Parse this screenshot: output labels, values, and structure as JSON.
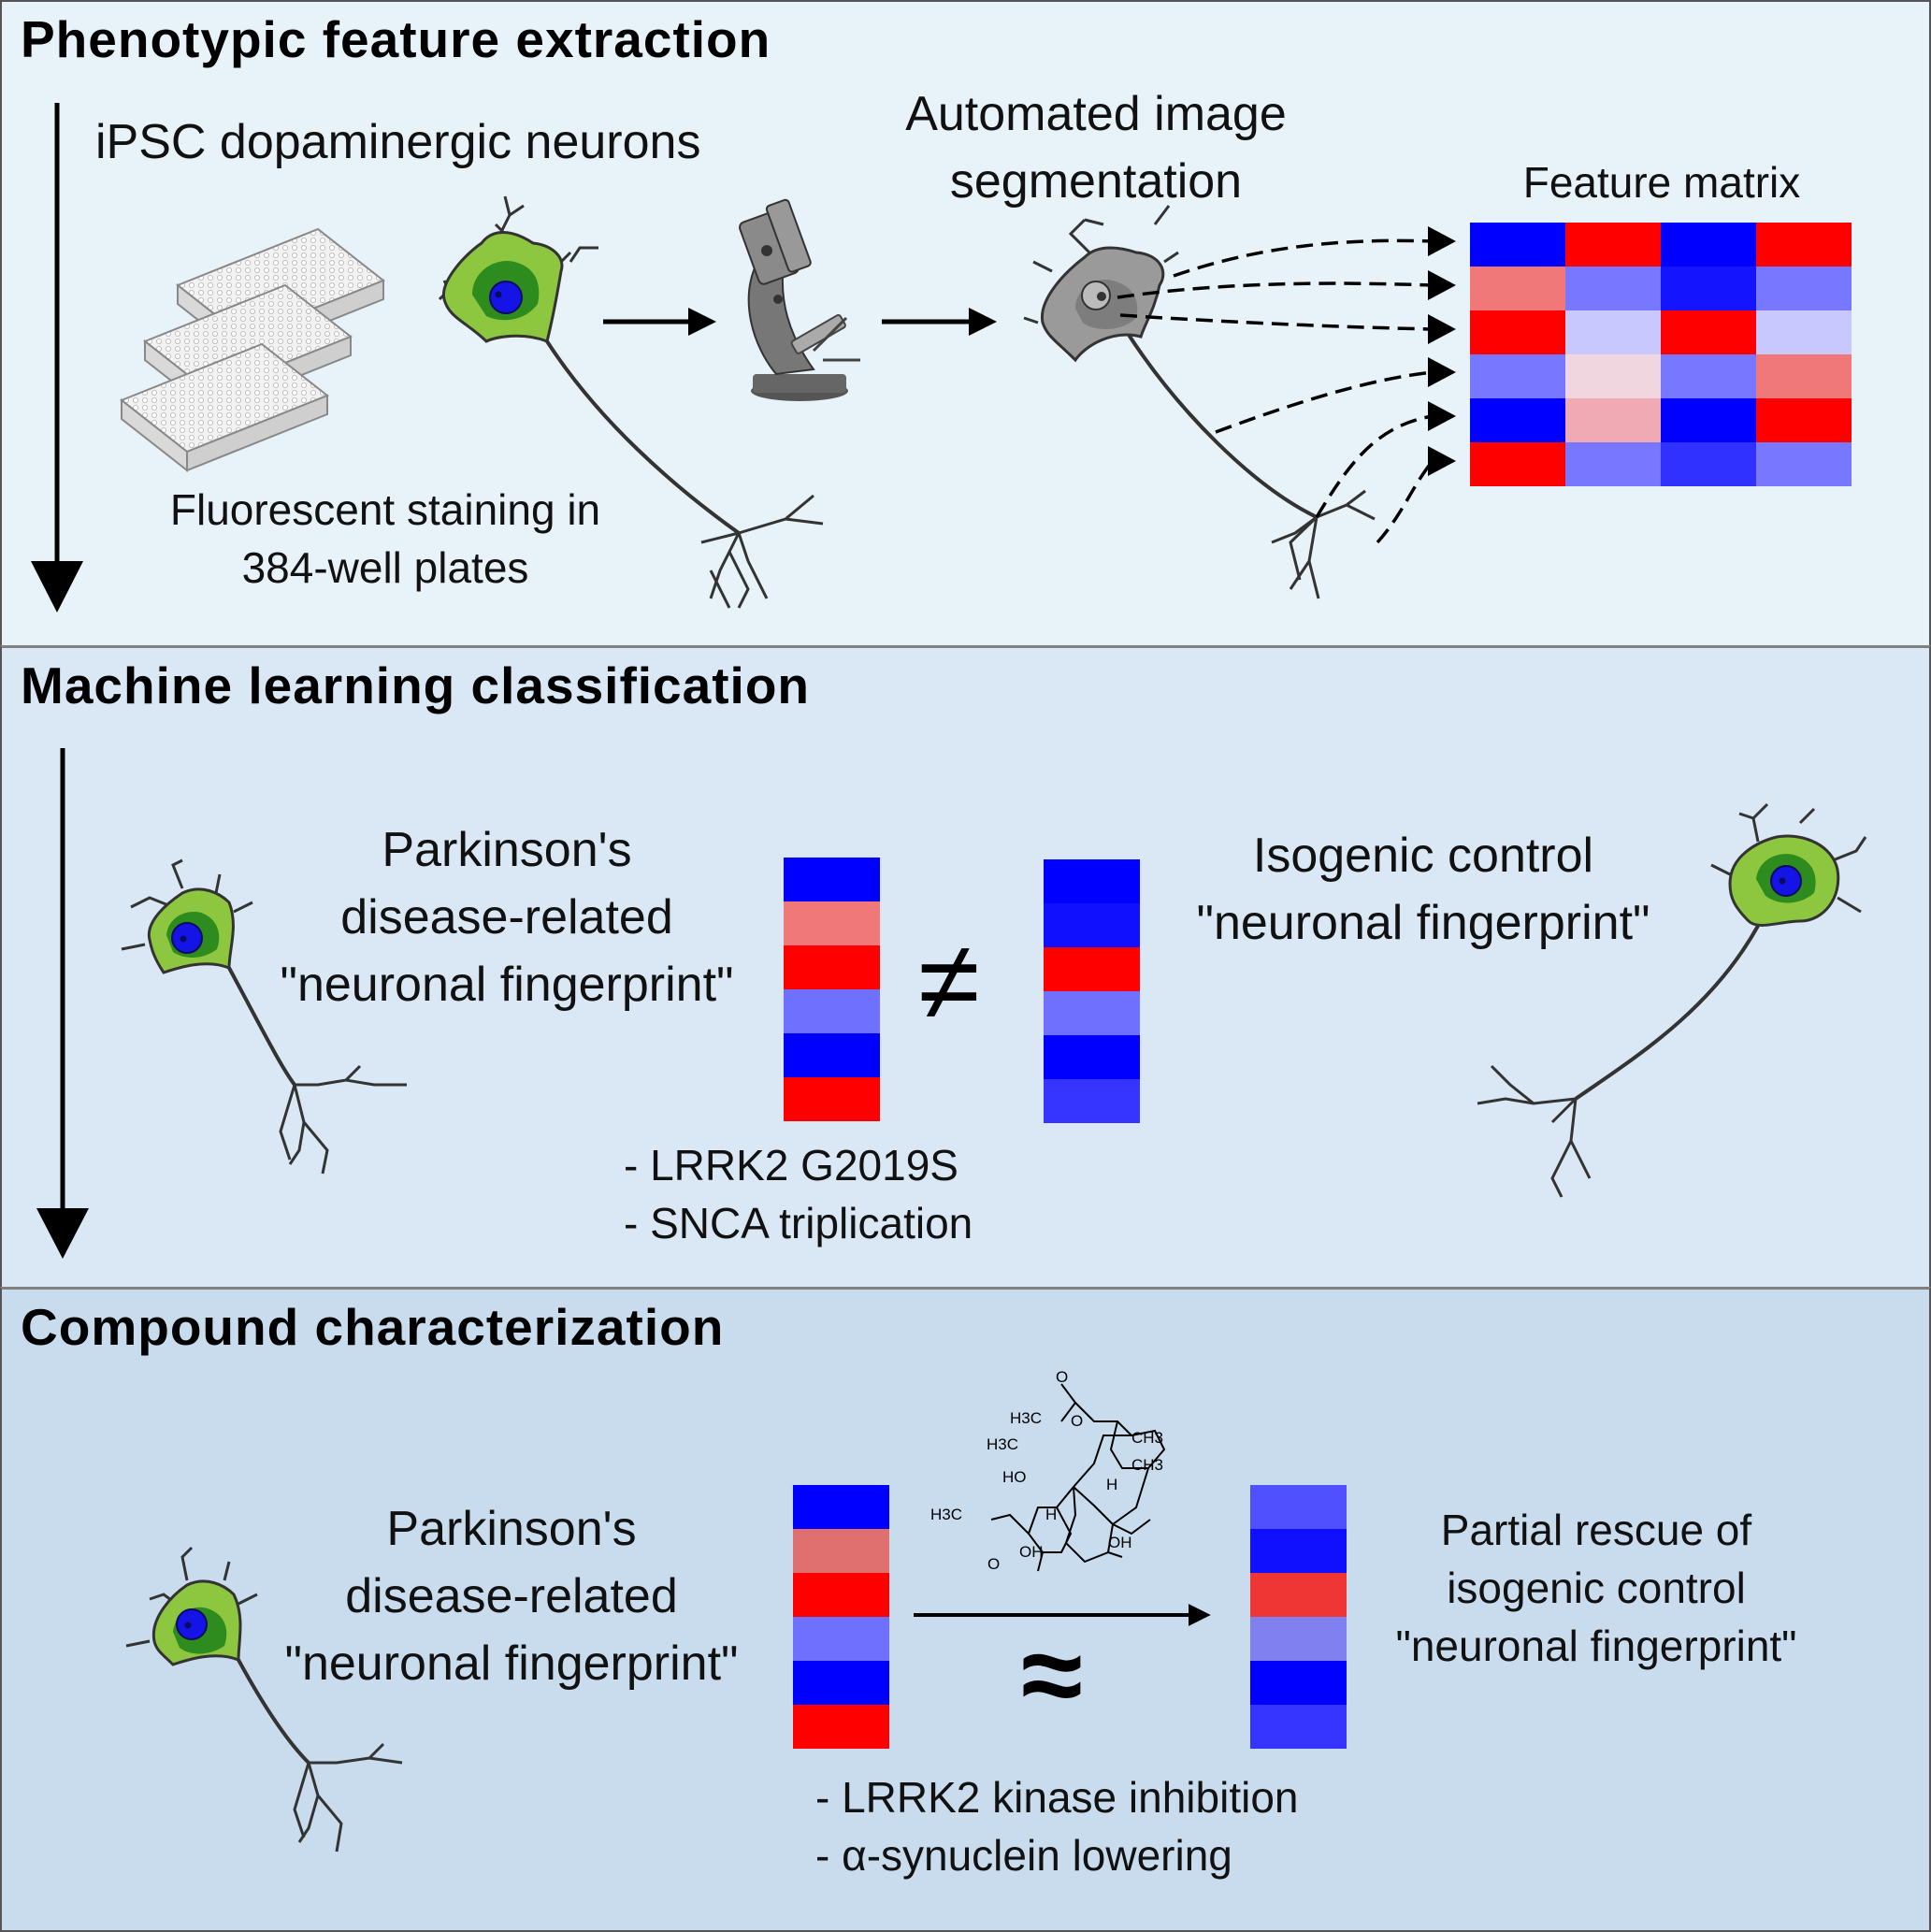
{
  "panels": {
    "extraction": {
      "title": "Phenotypic feature extraction",
      "neurons_label": "iPSC dopaminergic neurons",
      "staining_line1": "Fluorescent staining in",
      "staining_line2": "384-well plates",
      "segmentation_line1": "Automated image",
      "segmentation_line2": "segmentation",
      "matrix_label": "Feature matrix",
      "matrix_colors": [
        [
          "#0000ff",
          "#ff0000",
          "#0000ff",
          "#ff0000"
        ],
        [
          "#f07878",
          "#7777ff",
          "#1414ff",
          "#7777ff"
        ],
        [
          "#ff0000",
          "#c8c8ff",
          "#ff0000",
          "#c8c8ff"
        ],
        [
          "#7777ff",
          "#f0d7df",
          "#7777ff",
          "#f07878"
        ],
        [
          "#0000ff",
          "#f0aab4",
          "#0000ff",
          "#ff0000"
        ],
        [
          "#ff0000",
          "#7777ff",
          "#3030ff",
          "#7777ff"
        ]
      ]
    },
    "classification": {
      "title": "Machine learning classification",
      "pd_line1": "Parkinson's",
      "pd_line2": "disease-related",
      "pd_line3": "\"neuronal fingerprint\"",
      "control_line1": "Isogenic control",
      "control_line2": "\"neuronal fingerprint\"",
      "not_equal": "≠",
      "mutation1": "- LRRK2 G2019S",
      "mutation2": "- SNCA triplication",
      "pd_fingerprint": [
        "#0000ff",
        "#f07878",
        "#ff0000",
        "#7070ff",
        "#0000ff",
        "#ff0000"
      ],
      "control_fingerprint": [
        "#0000ff",
        "#1010ff",
        "#ff0000",
        "#7070ff",
        "#0000ff",
        "#3535ff"
      ]
    },
    "compound": {
      "title": "Compound characterization",
      "pd_line1": "Parkinson's",
      "pd_line2": "disease-related",
      "pd_line3": "\"neuronal fingerprint\"",
      "rescue_line1": "Partial rescue of",
      "rescue_line2": "isogenic control",
      "rescue_line3": "\"neuronal fingerprint\"",
      "approx": "≈",
      "effect1": "- LRRK2 kinase inhibition",
      "effect2": "- α-synuclein lowering",
      "pd_fingerprint": [
        "#0000ff",
        "#e07070",
        "#ff0000",
        "#7070ff",
        "#0000ff",
        "#ff0000"
      ],
      "rescue_fingerprint": [
        "#5050ff",
        "#1010ff",
        "#f03535",
        "#8080f0",
        "#0000ff",
        "#3535ff"
      ],
      "molecule_labels": {
        "o_top": "O",
        "h3c_acetyl": "H3C",
        "o_ester": "O",
        "h3c_upper": "H3C",
        "ch3_a": "CH3",
        "ch3_b": "CH3",
        "ho": "HO",
        "h_right": "H",
        "h3c_left": "H3C",
        "h_mid": "H",
        "o_ketone": "O",
        "oh_low": "OH",
        "oh_right": "OH"
      }
    }
  },
  "colors": {
    "neuron_body_green": "#8dc63f",
    "neuron_inner_dark_green": "#2e8b1e",
    "nucleus_blue": "#1414e6",
    "neuron_gray": "#9a9a9a",
    "axon": "#333333"
  },
  "icons": [
    "plate-icon",
    "neuron-icon",
    "microscope-icon",
    "arrow-icon",
    "molecule-icon"
  ]
}
